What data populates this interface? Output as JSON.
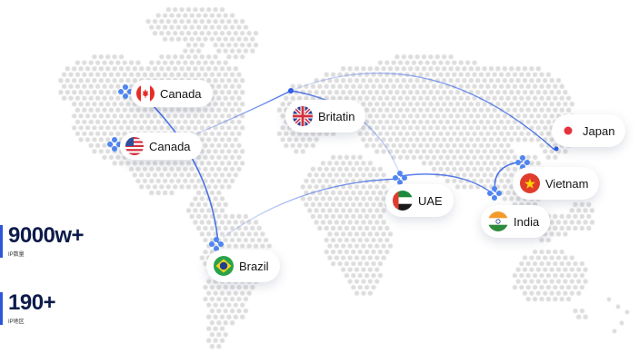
{
  "pins": [
    {
      "id": "canada-1",
      "label": "Canada",
      "flag": "ca"
    },
    {
      "id": "canada-2",
      "label": "Canada",
      "flag": "us"
    },
    {
      "id": "britain",
      "label": "Britatin",
      "flag": "gb"
    },
    {
      "id": "japan",
      "label": "Japan",
      "flag": "jp"
    },
    {
      "id": "vietnam",
      "label": "Vietnam",
      "flag": "vn"
    },
    {
      "id": "uae",
      "label": "UAE",
      "flag": "ae"
    },
    {
      "id": "india",
      "label": "India",
      "flag": "in"
    },
    {
      "id": "brazil",
      "label": "Brazil",
      "flag": "br"
    }
  ],
  "stats": [
    {
      "value": "9000w+",
      "caption": "IP数量"
    },
    {
      "value": "190+",
      "caption": "IP地区"
    }
  ],
  "colors": {
    "accent": "#2e5ce6",
    "route": "#4a7bf0",
    "dot": "#dcdcdc",
    "navy": "#0d1b4a"
  }
}
